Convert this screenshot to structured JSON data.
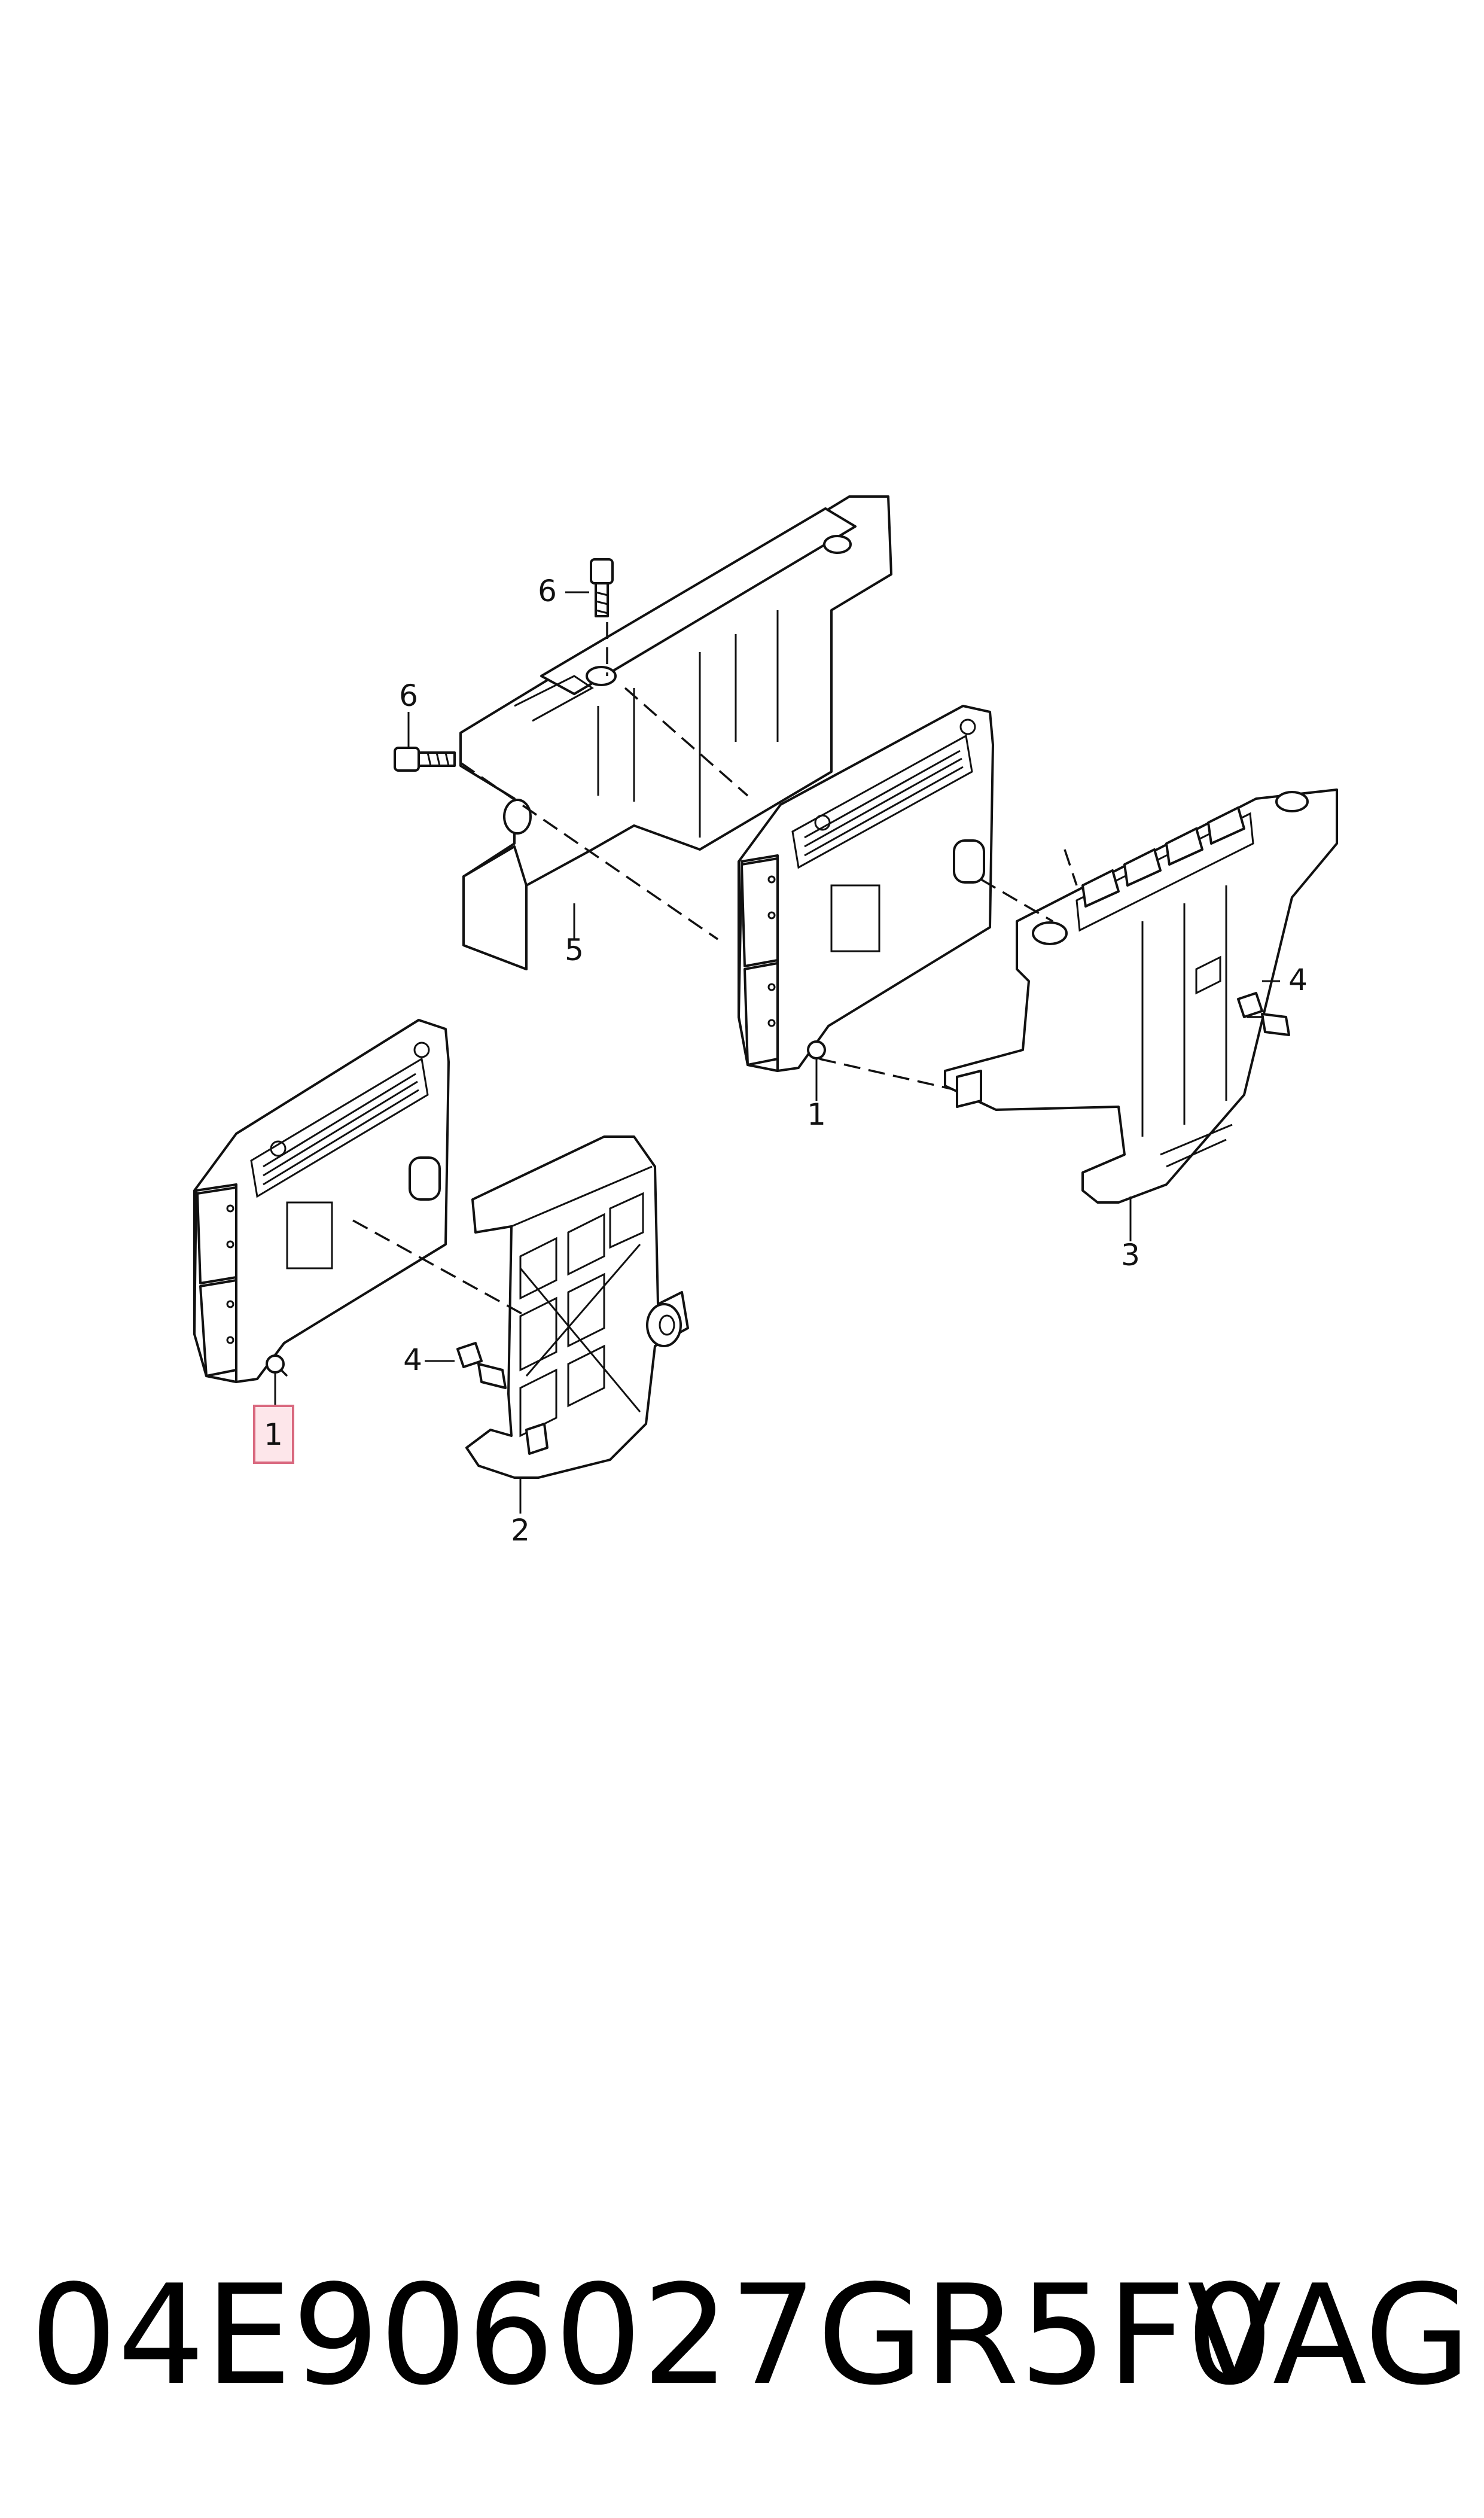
{
  "diagram": {
    "callouts": {
      "ecu_upper": "1",
      "ecu_lower": "1",
      "bracket_front": "2",
      "bracket_rear": "3",
      "nut_right": "4",
      "nut_left": "4",
      "cover": "5",
      "bolt_top": "6",
      "bolt_left": "6"
    },
    "highlighted_part": "1",
    "highlight_color": "#fde6ea"
  },
  "footer": {
    "part_number": "04E906027GR5F0",
    "brand": "VAG"
  }
}
